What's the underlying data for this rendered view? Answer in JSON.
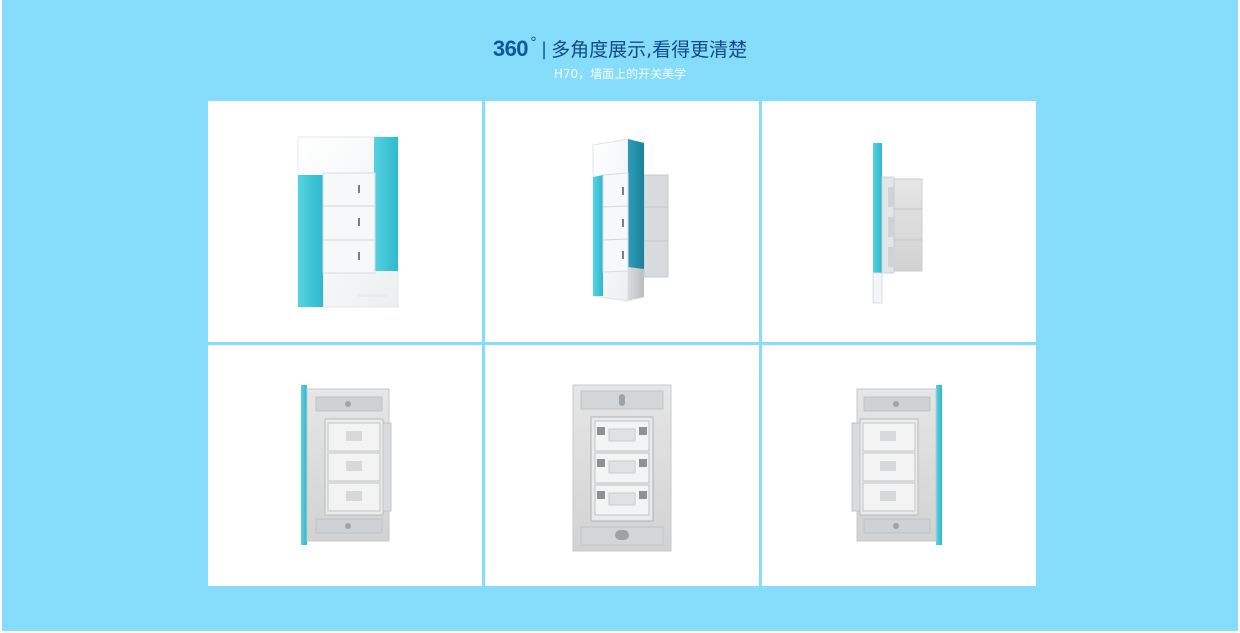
{
  "header": {
    "title_number": "360",
    "title_degree": "°",
    "title_separator": "|",
    "title_text": "多角度展示,看得更清楚",
    "subtitle": "H70，墙面上的开关美学"
  },
  "gallery": {
    "views": [
      {
        "id": "front",
        "icon": "switch-front-icon"
      },
      {
        "id": "angled",
        "icon": "switch-angled-icon"
      },
      {
        "id": "side",
        "icon": "switch-side-icon"
      },
      {
        "id": "back-angled-left",
        "icon": "switch-back-left-icon"
      },
      {
        "id": "back",
        "icon": "switch-back-icon"
      },
      {
        "id": "back-angled-right",
        "icon": "switch-back-right-icon"
      }
    ]
  },
  "colors": {
    "background": "#86dcfb",
    "accent_teal": "#3fc6d8",
    "title_blue": "#12569f",
    "panel_white": "#ffffff"
  }
}
